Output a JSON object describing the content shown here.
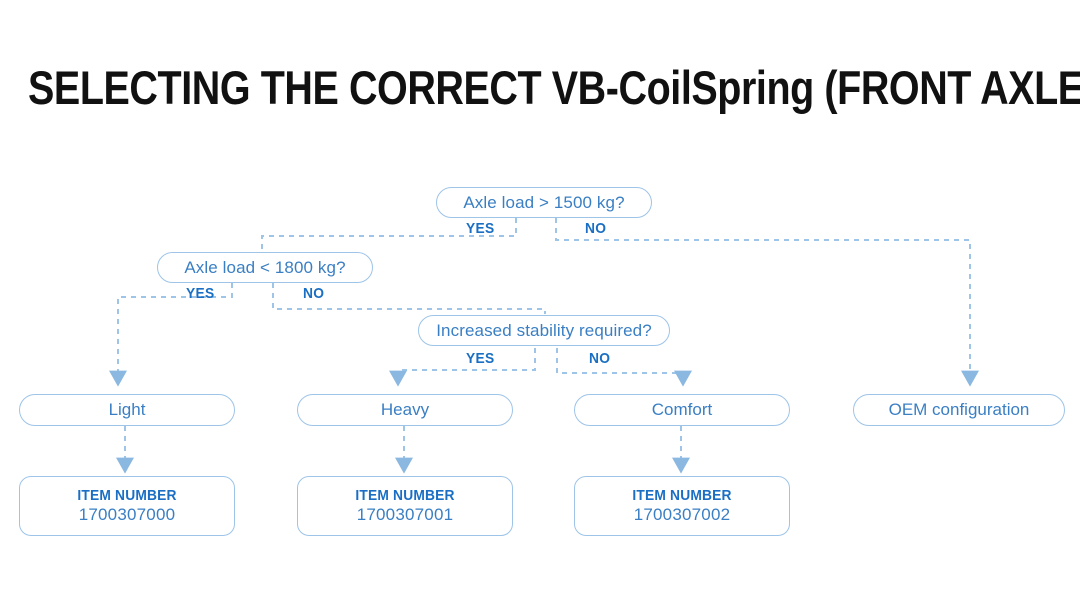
{
  "page": {
    "title": "SELECTING THE CORRECT VB-CoilSpring (FRONT AXLE)",
    "background_color": "#ffffff"
  },
  "colors": {
    "title_text": "#111111",
    "node_border": "#9ec4e8",
    "node_text": "#3a7fc4",
    "label_text": "#1a6fc4",
    "connector": "#9ec4e8",
    "arrow": "#8ab8e0"
  },
  "chart_data": {
    "type": "flowchart",
    "title": "SELECTING THE CORRECT VB-CoilSpring (FRONT AXLE)",
    "nodes": [
      {
        "id": "q1",
        "kind": "decision",
        "text": "Axle load > 1500 kg?"
      },
      {
        "id": "q2",
        "kind": "decision",
        "text": "Axle load < 1800 kg?"
      },
      {
        "id": "q3",
        "kind": "decision",
        "text": "Increased stability required?"
      },
      {
        "id": "r_light",
        "kind": "result",
        "text": "Light"
      },
      {
        "id": "r_heavy",
        "kind": "result",
        "text": "Heavy"
      },
      {
        "id": "r_comfort",
        "kind": "result",
        "text": "Comfort"
      },
      {
        "id": "r_oem",
        "kind": "result",
        "text": "OEM configuration"
      },
      {
        "id": "i_light",
        "kind": "item",
        "label": "ITEM NUMBER",
        "value": "1700307000"
      },
      {
        "id": "i_heavy",
        "kind": "item",
        "label": "ITEM NUMBER",
        "value": "1700307001"
      },
      {
        "id": "i_comfort",
        "kind": "item",
        "label": "ITEM NUMBER",
        "value": "1700307002"
      }
    ],
    "edges": [
      {
        "from": "q1",
        "to": "q2",
        "label": "YES"
      },
      {
        "from": "q1",
        "to": "r_oem",
        "label": "NO"
      },
      {
        "from": "q2",
        "to": "r_light",
        "label": "YES"
      },
      {
        "from": "q2",
        "to": "q3",
        "label": "NO"
      },
      {
        "from": "q3",
        "to": "r_heavy",
        "label": "YES"
      },
      {
        "from": "q3",
        "to": "r_comfort",
        "label": "NO"
      },
      {
        "from": "r_light",
        "to": "i_light",
        "label": ""
      },
      {
        "from": "r_heavy",
        "to": "i_heavy",
        "label": ""
      },
      {
        "from": "r_comfort",
        "to": "i_comfort",
        "label": ""
      }
    ]
  },
  "flow": {
    "q1": {
      "text": "Axle load > 1500 kg?",
      "yes": "YES",
      "no": "NO"
    },
    "q2": {
      "text": "Axle load < 1800 kg?",
      "yes": "YES",
      "no": "NO"
    },
    "q3": {
      "text": "Increased stability required?",
      "yes": "YES",
      "no": "NO"
    },
    "results": {
      "light": "Light",
      "heavy": "Heavy",
      "comfort": "Comfort",
      "oem": "OEM configuration"
    },
    "items": {
      "light": {
        "label": "ITEM NUMBER",
        "value": "1700307000"
      },
      "heavy": {
        "label": "ITEM NUMBER",
        "value": "1700307001"
      },
      "comfort": {
        "label": "ITEM NUMBER",
        "value": "1700307002"
      }
    }
  }
}
